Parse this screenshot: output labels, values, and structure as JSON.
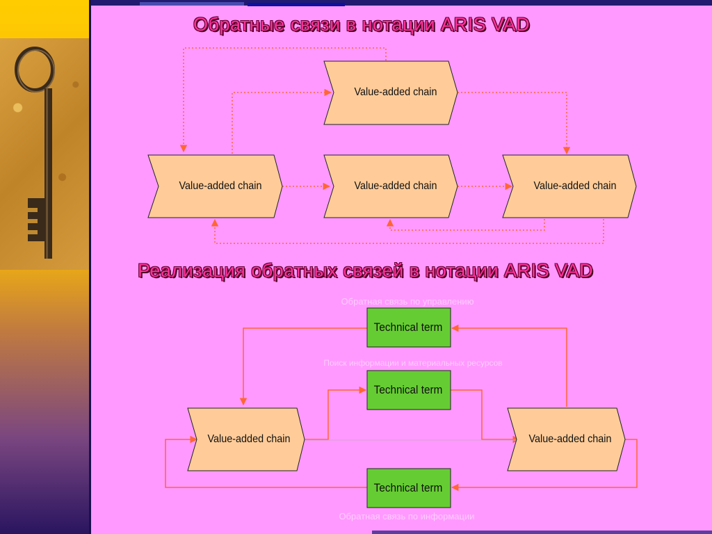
{
  "slide": {
    "title_top": "Обратные связи в нотации ARIS VAD",
    "title_bottom": "Реализация обратных связей в нотации ARIS VAD"
  },
  "top_diagram": {
    "chain_top": "Value-added chain",
    "chain_left": "Value-added chain",
    "chain_mid": "Value-added chain",
    "chain_right": "Value-added chain"
  },
  "bottom_diagram": {
    "note_top": "Обратная связь по управлению",
    "note_mid": "Поиск информации и материальных ресурсов",
    "note_bottom": "Обратная связь по информации",
    "term_top": "Technical term",
    "term_mid": "Technical term",
    "term_bottom": "Technical term",
    "chain_left": "Value-added chain",
    "chain_right": "Value-added chain"
  },
  "colors": {
    "background": "#ff99ff",
    "chain_fill": "#ffcc99",
    "term_fill": "#66cc33",
    "arrow": "#ff6633",
    "title": "#ff3399"
  },
  "icons": {
    "key": "key-photo"
  }
}
